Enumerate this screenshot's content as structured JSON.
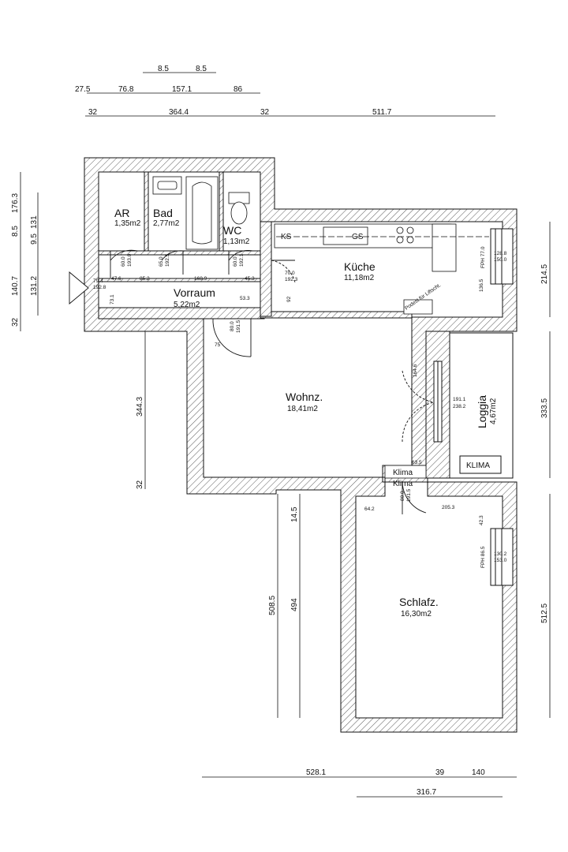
{
  "rooms": {
    "ar": {
      "name": "AR",
      "area": "1,35m2"
    },
    "bad": {
      "name": "Bad",
      "area": "2,77m2"
    },
    "wc": {
      "name": "WC",
      "area": "1,13m2"
    },
    "kueche": {
      "name": "Küche",
      "area": "11,18m2"
    },
    "vorraum": {
      "name": "Vorraum",
      "area": "5,22m2"
    },
    "wohnz": {
      "name": "Wohnz.",
      "area": "18,41m2"
    },
    "loggia": {
      "name": "Loggia",
      "area": "4,67m2"
    },
    "schlafz": {
      "name": "Schlafz.",
      "area": "16,30m2"
    }
  },
  "fixtures": {
    "ks": "KS",
    "gs": "GS",
    "klima": "KLIMA",
    "klima_1": "Klima",
    "klima_2": "Klima",
    "podest": "Podest für Liftscht.",
    "fph_1": "FPH 77.0",
    "fph_2": "FPH 86.5"
  },
  "dimensions": {
    "top": {
      "d1": "27.5",
      "d2": "76.8",
      "d3": "8.5",
      "d4": "8.5",
      "d5": "157.1",
      "d6": "86",
      "d7": "32",
      "d8": "364.4",
      "d9": "32",
      "d10": "511.7"
    },
    "left": {
      "d1": "8.5",
      "d2": "176.3",
      "d3": "131",
      "d4": "9.5",
      "d5": "140.7",
      "d6": "131.2",
      "d7": "32",
      "d8": "344.3",
      "d9": "32",
      "d10": "14.5",
      "d11": "508.5",
      "d12": "494"
    },
    "right": {
      "d1": "214.5",
      "d2": "333.5",
      "d3": "512.5"
    },
    "bottom": {
      "d1": "528.1",
      "d2": "39",
      "d3": "140",
      "d4": "316.7"
    },
    "inner": {
      "ar_w1": "60.0",
      "ar_w2": "193.0",
      "bad_w1": "65.0",
      "bad_w2": "192.5",
      "wc_w1": "60.0",
      "wc_w2": "192.1",
      "k_w1": "70.0",
      "k_w2": "192.3",
      "d_79": "79.4",
      "d_1928": "192.8",
      "d_476": "47.6",
      "d_852": "85.2",
      "d_731": "73.1",
      "d_1689": "168.9",
      "d_453": "45.3",
      "d_533": "53.3",
      "d_92": "92",
      "v_800": "80.0",
      "v_1915": "191.5",
      "d_75": "75",
      "k_win1": "128.8",
      "k_win2": "150.0",
      "k_1365": "136.5",
      "w_1646": "164.6",
      "w_1911": "191.1",
      "w_2382": "238.2",
      "d_635": "63.5",
      "s_800": "80.0",
      "s_1915": "191.5",
      "d_642": "64.2",
      "d_2053": "205.3",
      "s_win1": "130.2",
      "s_win2": "153.0",
      "s_423": "42.3"
    }
  }
}
